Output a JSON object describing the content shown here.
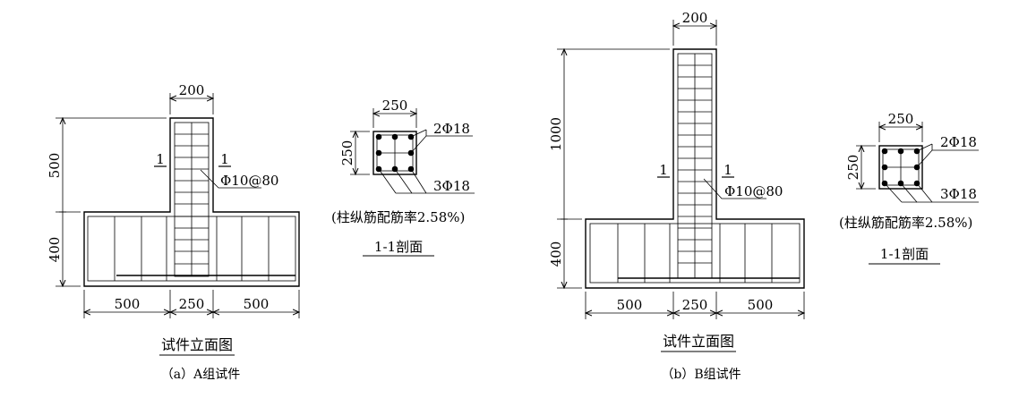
{
  "panel_a": {
    "column_width": "200",
    "column_height": "500",
    "base_height": "400",
    "base_left": "500",
    "base_mid": "250",
    "base_right": "500",
    "section_mark_left": "1",
    "section_mark_right": "1",
    "stirrup": "Φ10@80",
    "section_width": "250",
    "section_height": "250",
    "bars_top": "2Φ18",
    "bars_bottom": "3Φ18",
    "ratio_note": "(柱纵筋配筋率2.58%)",
    "section_title": "1-1剖面",
    "elevation_title": "试件立面图",
    "caption": "（a）A组试件"
  },
  "panel_b": {
    "column_width": "200",
    "column_height": "1000",
    "base_height": "400",
    "base_left": "500",
    "base_mid": "250",
    "base_right": "500",
    "section_mark_left": "1",
    "section_mark_right": "1",
    "stirrup": "Φ10@80",
    "section_width": "250",
    "section_height": "250",
    "bars_top": "2Φ18",
    "bars_bottom": "3Φ18",
    "ratio_note": "(柱纵筋配筋率2.58%)",
    "section_title": "1-1剖面",
    "elevation_title": "试件立面图",
    "caption": "（b）B组试件"
  }
}
